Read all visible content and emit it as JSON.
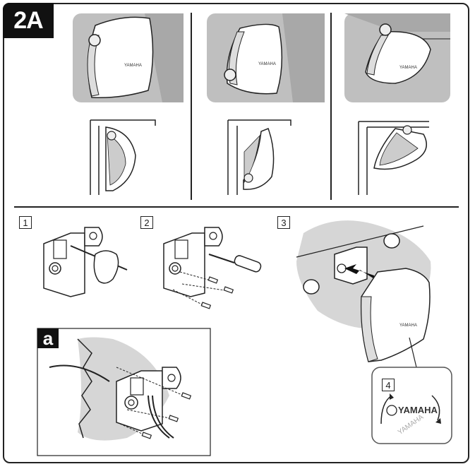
{
  "figure_label": "2A",
  "inset_label": "a",
  "steps": [
    "1",
    "2",
    "3",
    "4"
  ],
  "brand": "YAMAHA",
  "colors": {
    "panel_gray": "#bfbfbf",
    "circle_gray": "#d6d6d6",
    "line": "#222222",
    "wall": "#8f8f8f"
  },
  "icons": {
    "rotate_arrows": "double-curved-arrow-icon",
    "insert_arrow": "solid-arrow-icon",
    "screwdriver": "screwdriver-icon"
  }
}
